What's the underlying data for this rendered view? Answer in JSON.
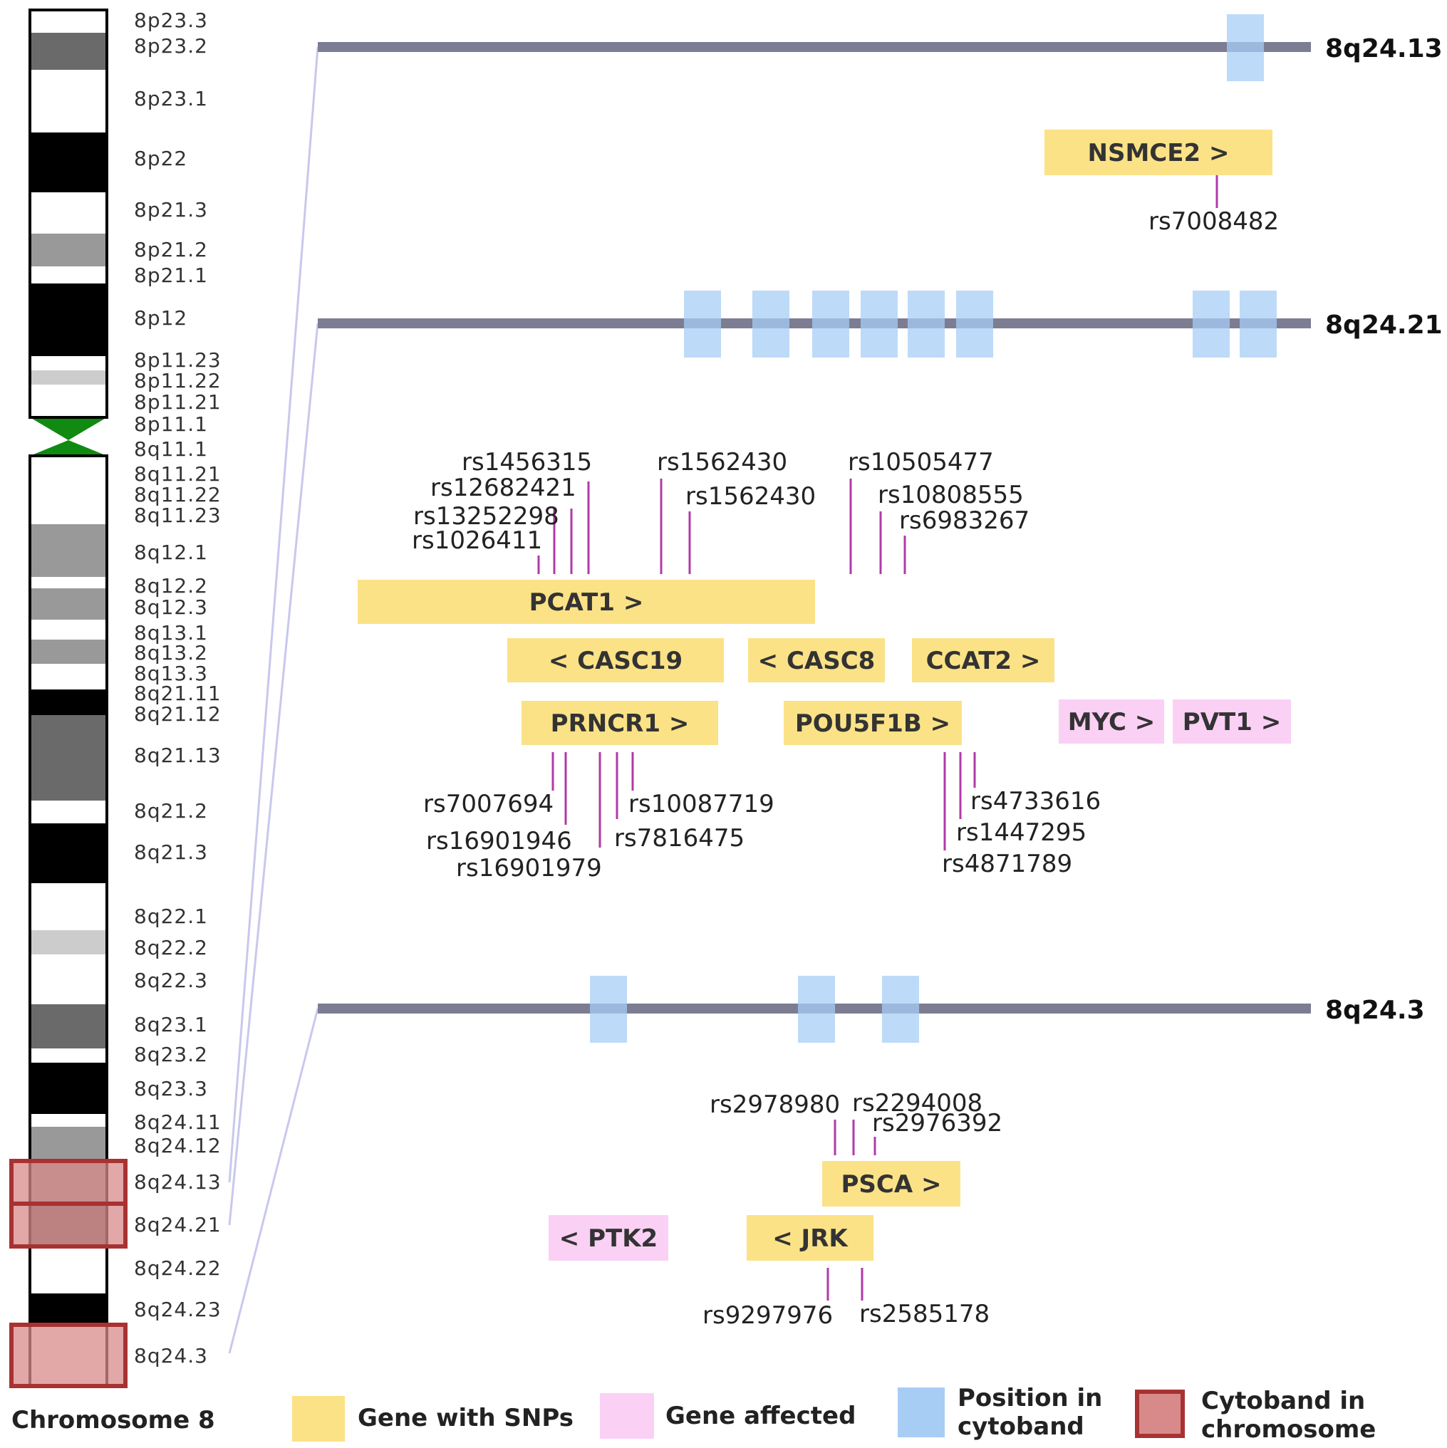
{
  "chromosome": {
    "title": "Chromosome 8",
    "centromere_color": "#108a10",
    "bands": [
      {
        "label": "8p23.3",
        "shade": "#ffffff"
      },
      {
        "label": "8p23.2",
        "shade": "#6a6a6a"
      },
      {
        "label": "8p23.1",
        "shade": "#ffffff"
      },
      {
        "label": "8p22",
        "shade": "#000000"
      },
      {
        "label": "8p21.3",
        "shade": "#ffffff"
      },
      {
        "label": "8p21.2",
        "shade": "#999999"
      },
      {
        "label": "8p21.1",
        "shade": "#ffffff"
      },
      {
        "label": "8p12",
        "shade": "#000000"
      },
      {
        "label": "8p11.23",
        "shade": "#ffffff"
      },
      {
        "label": "8p11.22",
        "shade": "#cccccc"
      },
      {
        "label": "8p11.21",
        "shade": "#ffffff"
      },
      {
        "label": "8p11.1",
        "shade": "centromere"
      },
      {
        "label": "8q11.1",
        "shade": "centromere"
      },
      {
        "label": "8q11.21",
        "shade": "#ffffff"
      },
      {
        "label": "8q11.22",
        "shade": "#ffffff"
      },
      {
        "label": "8q11.23",
        "shade": "#ffffff"
      },
      {
        "label": "8q12.1",
        "shade": "#999999"
      },
      {
        "label": "8q12.2",
        "shade": "#ffffff"
      },
      {
        "label": "8q12.3",
        "shade": "#999999"
      },
      {
        "label": "8q13.1",
        "shade": "#ffffff"
      },
      {
        "label": "8q13.2",
        "shade": "#999999"
      },
      {
        "label": "8q13.3",
        "shade": "#ffffff"
      },
      {
        "label": "8q21.11",
        "shade": "#000000"
      },
      {
        "label": "8q21.12",
        "shade": "#000000"
      },
      {
        "label": "8q21.13",
        "shade": "#6a6a6a"
      },
      {
        "label": "8q21.2",
        "shade": "#ffffff"
      },
      {
        "label": "8q21.3",
        "shade": "#000000"
      },
      {
        "label": "8q22.1",
        "shade": "#ffffff"
      },
      {
        "label": "8q22.2",
        "shade": "#cccccc"
      },
      {
        "label": "8q22.3",
        "shade": "#ffffff"
      },
      {
        "label": "8q23.1",
        "shade": "#6a6a6a"
      },
      {
        "label": "8q23.2",
        "shade": "#ffffff"
      },
      {
        "label": "8q23.3",
        "shade": "#000000"
      },
      {
        "label": "8q24.11",
        "shade": "#ffffff"
      },
      {
        "label": "8q24.12",
        "shade": "#999999"
      },
      {
        "label": "8q24.13",
        "shade": "#999999",
        "highlighted": true
      },
      {
        "label": "8q24.21",
        "shade": "#6a6a6a",
        "highlighted": true
      },
      {
        "label": "8q24.22",
        "shade": "#ffffff"
      },
      {
        "label": "8q24.23",
        "shade": "#000000"
      },
      {
        "label": "8q24.3",
        "shade": "#ffffff",
        "highlighted": true
      }
    ]
  },
  "regions": [
    {
      "label": "8q24.13",
      "cytoband_positions": 1,
      "genes": [
        {
          "label": "NSMCE2 >",
          "type": "snp"
        }
      ],
      "snps": [
        "rs7008482"
      ]
    },
    {
      "label": "8q24.21",
      "cytoband_positions": 8,
      "genes": [
        {
          "label": "PCAT1 >",
          "type": "snp"
        },
        {
          "label": "< CASC19",
          "type": "snp"
        },
        {
          "label": "< CASC8",
          "type": "snp"
        },
        {
          "label": "CCAT2 >",
          "type": "snp"
        },
        {
          "label": "PRNCR1 >",
          "type": "snp"
        },
        {
          "label": "POU5F1B >",
          "type": "snp"
        },
        {
          "label": "MYC >",
          "type": "affected"
        },
        {
          "label": "PVT1 >",
          "type": "affected"
        }
      ],
      "snps": [
        "rs1456315",
        "rs12682421",
        "rs13252298",
        "rs1026411",
        "rs1562430",
        "rs1562430",
        "rs10505477",
        "rs10808555",
        "rs6983267",
        "rs7007694",
        "rs16901946",
        "rs16901979",
        "rs10087719",
        "rs7816475",
        "rs4733616",
        "rs1447295",
        "rs4871789"
      ]
    },
    {
      "label": "8q24.3",
      "cytoband_positions": 3,
      "genes": [
        {
          "label": "PSCA >",
          "type": "snp"
        },
        {
          "label": "< PTK2",
          "type": "affected"
        },
        {
          "label": "< JRK",
          "type": "snp"
        }
      ],
      "snps": [
        "rs2978980",
        "rs2294008",
        "rs2976392",
        "rs9297976",
        "rs2585178"
      ]
    }
  ],
  "colors": {
    "gene_with_snps": "#fbe287",
    "gene_affected": "#fbd0f5",
    "position_in_cytoband": "#a7cdf5",
    "cytoband_in_chromosome": "#d88a8a",
    "cytoband_border": "#a83232",
    "region_bar": "#7c7d92",
    "snp_line": "#b03aa8",
    "zoom_line": "#c8c8ee"
  },
  "legend": {
    "gene_with_snps": "Gene with SNPs",
    "gene_affected": "Gene affected",
    "position_line1": "Position in",
    "position_line2": "cytoband",
    "cytoband_line1": "Cytoband in",
    "cytoband_line2": "chromosome"
  }
}
